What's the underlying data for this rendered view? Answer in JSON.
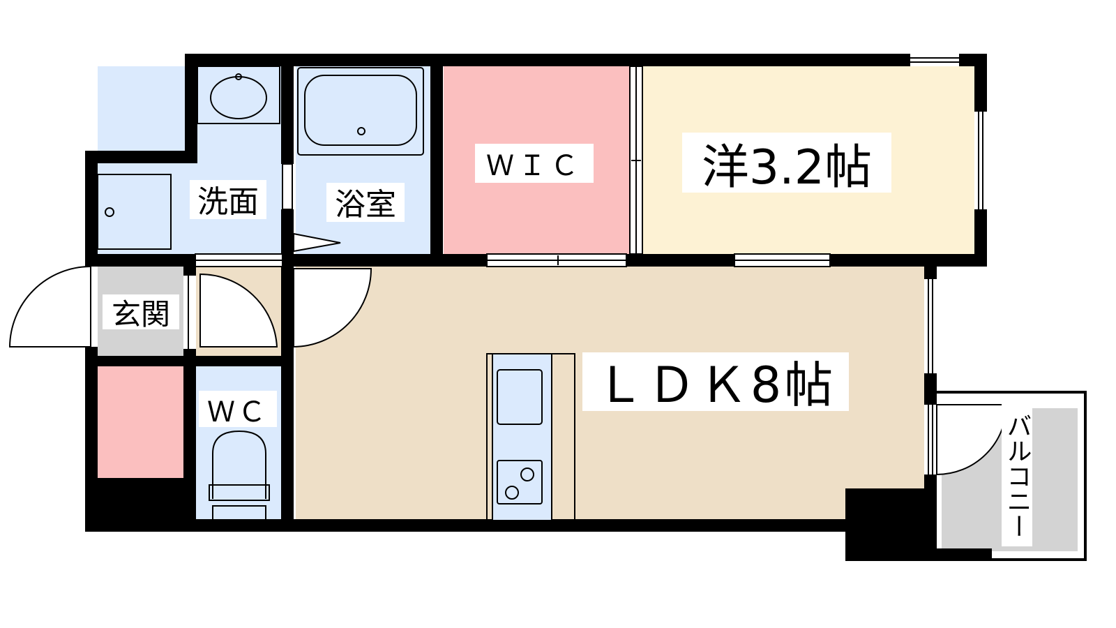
{
  "rooms": {
    "washroom": "洗面",
    "bathroom": "浴室",
    "wic": "ＷＩＣ",
    "western": "洋3.2帖",
    "entrance": "玄関",
    "wc": "ＷＣ",
    "ldk": "ＬＤＫ8帖",
    "balcony": "バルコニー"
  },
  "colors": {
    "wet_area": "#dbeafd",
    "wic": "#fbbfbf",
    "western": "#fdf2d4",
    "ldk": "#eedfc7",
    "entrance": "#d3d3d3",
    "storage": "#fbbfbf",
    "balcony": "#d3d3d3",
    "wall": "#000000"
  },
  "icons": [
    "washbasin-icon",
    "washing-machine-icon",
    "bathtub-icon",
    "toilet-icon",
    "kitchen-sink-icon",
    "stove-icon"
  ]
}
